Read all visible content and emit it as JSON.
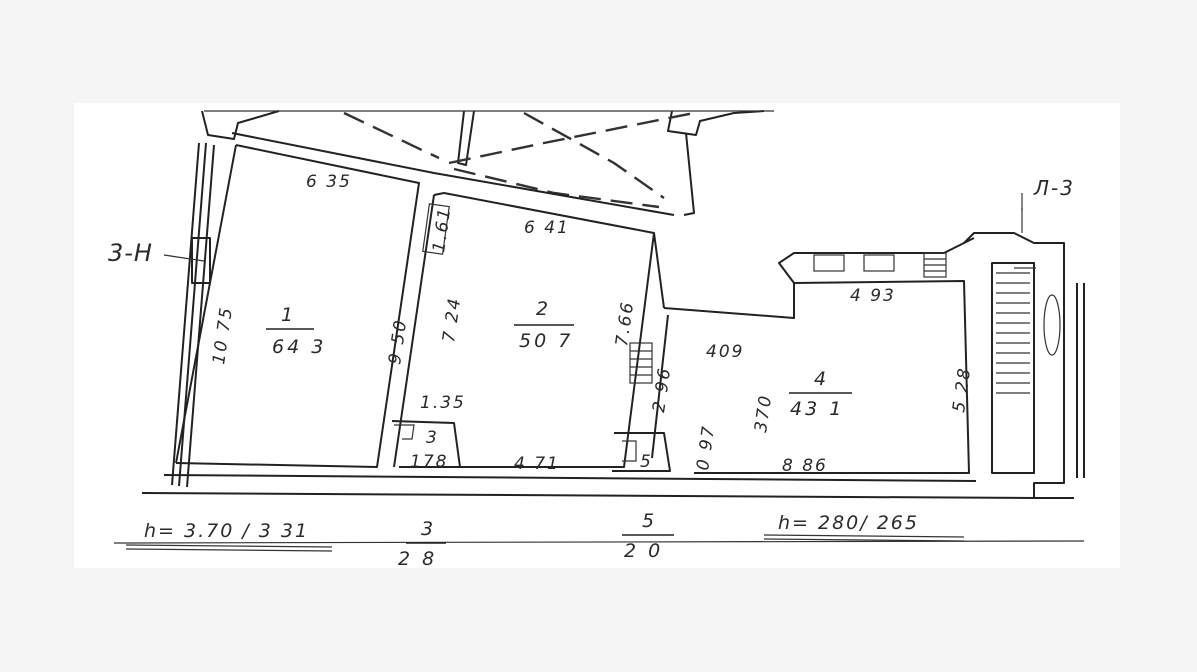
{
  "plan": {
    "rooms": [
      {
        "number": "1",
        "area": "64 3"
      },
      {
        "number": "2",
        "area": "50 7"
      },
      {
        "number": "3",
        "area": ""
      },
      {
        "number": "4",
        "area": "43 1"
      },
      {
        "number": "5",
        "area": ""
      }
    ],
    "dimensions": {
      "d635": "6 35",
      "d641": "6 41",
      "d161": "1.61",
      "d724": "7 24",
      "d950": "9 50",
      "d1075": "10 75",
      "d766": "7.66",
      "d296": "2 96",
      "d409": "409",
      "d493": "4 93",
      "d528": "5 28",
      "d370": "370",
      "d135": "1.35",
      "d178": "178",
      "d471": "4 71",
      "d097": "0 97",
      "d886": "8 86"
    },
    "markers": {
      "section": "3-H",
      "stair": "Л-3"
    },
    "heights": {
      "left": "h= 3.70 / 3 31",
      "right": "h= 280/ 265"
    },
    "fractions": [
      {
        "num": "3",
        "den": "2 8"
      },
      {
        "num": "5",
        "den": "2 0"
      }
    ]
  }
}
